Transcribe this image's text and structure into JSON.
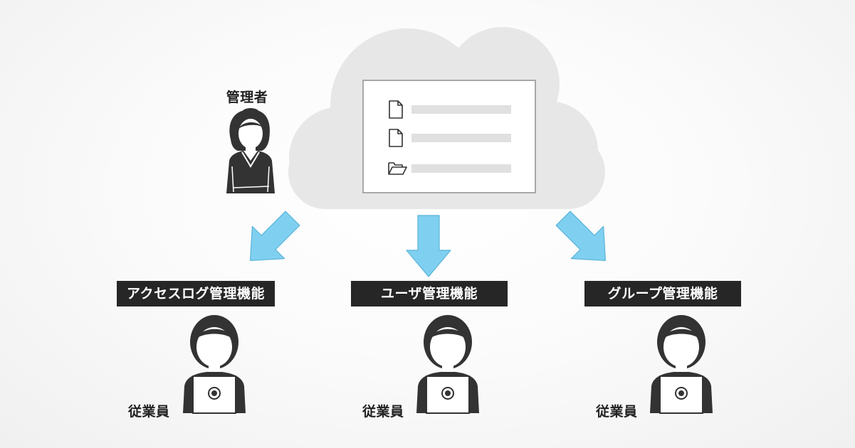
{
  "colors": {
    "arrow": "#7fd0f0",
    "person": "#333333",
    "cloud": "#e7e7e7",
    "label_bg": "#262626",
    "label_text": "#ffffff"
  },
  "admin": {
    "label": "管理者",
    "icon": "admin-person-icon"
  },
  "cloud": {
    "icon": "cloud-icon",
    "items": [
      {
        "icon": "document-icon"
      },
      {
        "icon": "document-icon"
      },
      {
        "icon": "open-folder-icon"
      }
    ]
  },
  "features": [
    {
      "label": "アクセスログ管理機能"
    },
    {
      "label": "ユーザ管理機能"
    },
    {
      "label": "グループ管理機能"
    }
  ],
  "employees": [
    {
      "label": "従業員",
      "icon": "employee-laptop-icon"
    },
    {
      "label": "従業員",
      "icon": "employee-laptop-icon"
    },
    {
      "label": "従業員",
      "icon": "employee-laptop-icon"
    }
  ]
}
